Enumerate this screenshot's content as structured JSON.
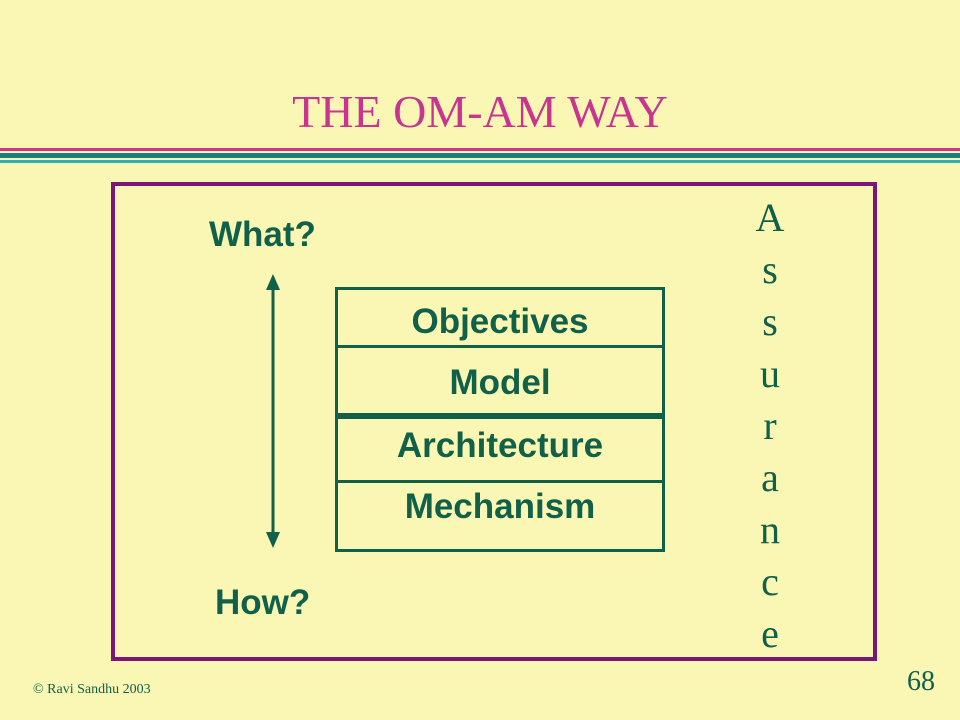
{
  "slide": {
    "title": "THE OM-AM WAY",
    "colors": {
      "background": "#FAF7B4",
      "title": "#C8348E",
      "frame": "#7D1478",
      "text": "#10604A",
      "rule_magenta": "#C8348E",
      "rule_teal": "#1A7F7F",
      "rule_cyan": "#2BB3B3"
    }
  },
  "diagram": {
    "top_label": "What?",
    "bottom_label": "How?",
    "arrow_icon": "double-headed-vertical-arrow",
    "layers": [
      {
        "label": "Objectives"
      },
      {
        "label": "Model"
      },
      {
        "label": "Architecture"
      },
      {
        "label": "Mechanism"
      }
    ],
    "side_word_letters": [
      "A",
      "s",
      "s",
      "u",
      "r",
      "a",
      "n",
      "c",
      "e"
    ]
  },
  "footer": {
    "copyright": "© Ravi Sandhu 2003",
    "page_number": "68"
  }
}
